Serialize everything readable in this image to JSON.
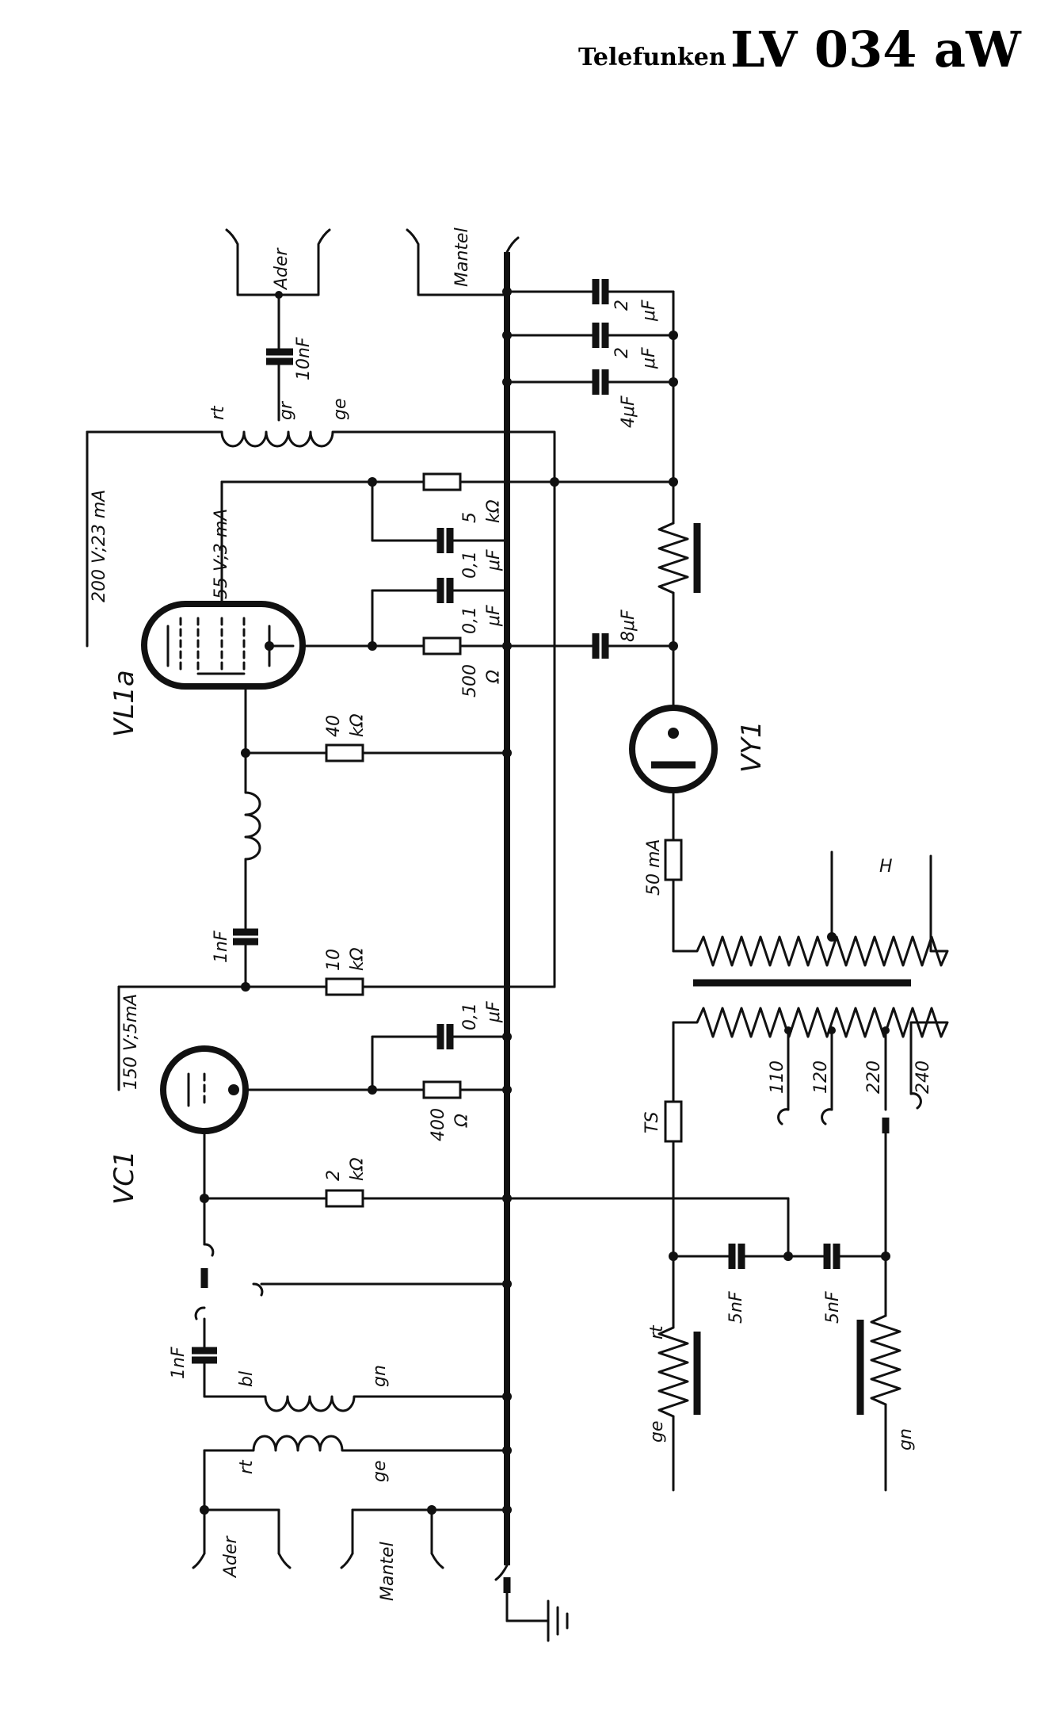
{
  "header": {
    "brand": "Telefunken",
    "model": "LV 034 aW"
  },
  "labels": {
    "ader_top": "Ader",
    "mantel_top": "Mantel",
    "cap_10nf": "10nF",
    "coil_rt": "rt",
    "coil_gr": "gr",
    "coil_ge": "ge",
    "v200": "200 V;23 mA",
    "v155": "155 V;3 mA",
    "tube_vl1a": "VL1a",
    "r5k_a": "5",
    "r5k_b": "kΩ",
    "c01_a": "0,1",
    "c01_b": "μF",
    "c01b_a": "0,1",
    "c01b_b": "μF",
    "r500_a": "500",
    "r500_b": "Ω",
    "c2uf_a_1": "2",
    "c2uf_a_2": "μF",
    "c2uf_b_1": "2",
    "c2uf_b_2": "μF",
    "c4uf": "4μF",
    "c8uf": "8μF",
    "tube_vy1": "VY1",
    "r40k_a": "40",
    "r40k_b": "kΩ",
    "c1nf_top": "1nF",
    "r10k_a": "10",
    "r10k_b": "kΩ",
    "fuse50": "50 mA",
    "h_label": "H",
    "v150": "150 V;5mA",
    "c01c_a": "0,1",
    "c01c_b": "μF",
    "r400_a": "400",
    "r400_b": "Ω",
    "tube_vc1": "VC1",
    "r2k_a": "2",
    "r2k_b": "kΩ",
    "tap110": "110",
    "tap120": "120",
    "tap220": "220",
    "tap240": "240",
    "ts": "TS",
    "c5nf_a": "5nF",
    "c5nf_b": "5nF",
    "c1nf_bot": "1nF",
    "coil_bl": "bl",
    "coil_gn": "gn",
    "coil_rt2": "rt",
    "coil_ge2": "ge",
    "choke_rt": "rt",
    "choke_ge": "ge",
    "choke_gn": "gn",
    "ader_bot": "Ader",
    "mantel_bot": "Mantel"
  }
}
